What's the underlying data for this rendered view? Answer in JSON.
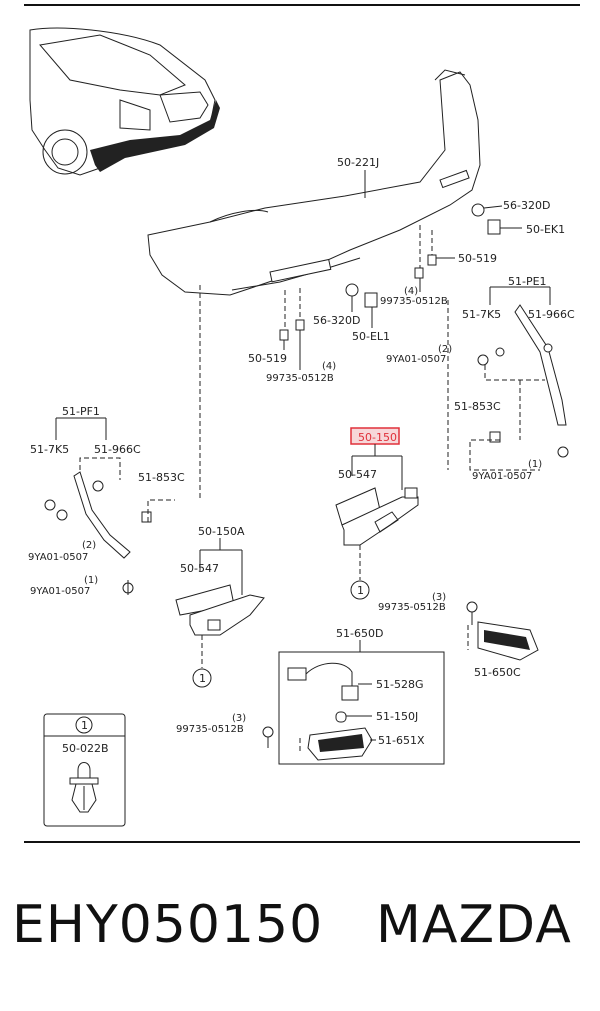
{
  "labels": {
    "bumper": "50-221J",
    "clip_56_320d_right": "56-320D",
    "ek1": "50-EK1",
    "screw_519_right": "50-519",
    "bolt_99735_center": "99735-0512B",
    "qty_4_center": "(4)",
    "clip_56_320d_center": "56-320D",
    "el1": "50-EL1",
    "screw_519_left": "50-519",
    "qty_4_left": "(4)",
    "bolt_99735_left": "99735-0512B",
    "pe1_right": "51-PE1",
    "k5_right": "51-7K5",
    "c966_right": "51-966C",
    "qty_2_right": "(2)",
    "ya01_right_upper": "9YA01-0507",
    "c853_right": "51-853C",
    "qty_1_right": "(1)",
    "ya01_right_lower": "9YA01-0507",
    "pf1_left": "51-PF1",
    "k5_left": "51-7K5",
    "c966_left": "51-966C",
    "c853_left": "51-853C",
    "qty_2_left": "(2)",
    "ya01_left_upper": "9YA01-0507",
    "qty_1_left": "(1)",
    "ya01_left_lower": "9YA01-0507",
    "highlighted_part": "50-150",
    "pad_547_center": "50-547",
    "part_150a": "50-150A",
    "pad_547_left": "50-547",
    "callout_1_center": "1",
    "callout_1_left": "1",
    "qty_3_right": "(3)",
    "bolt_99735_right": "99735-0512B",
    "lamp_650c": "51-650C",
    "assy_650d": "51-650D",
    "socket_528g": "51-528G",
    "bulb_150j": "51-150J",
    "lamp_651x": "51-651X",
    "qty_3_bottom": "(3)",
    "bolt_99735_bottom": "99735-0512B",
    "legend_number": "1",
    "legend_part": "50-022B"
  },
  "footer": {
    "part_code": "EHY050150",
    "brand": "MAZDA"
  },
  "colors": {
    "highlight": "#e0303a",
    "highlight_fill": "#f7d7d9",
    "ink": "#222222"
  }
}
